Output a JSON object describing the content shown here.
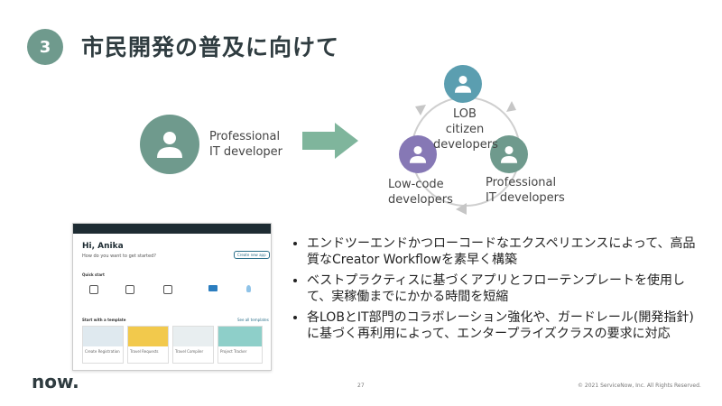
{
  "slide": {
    "number": "3",
    "title": "市民開発の普及に向けて"
  },
  "left_figure": {
    "label_line1": "Professional",
    "label_line2": "IT developer"
  },
  "cycle": {
    "top_label_line1": "LOB citizen",
    "top_label_line2": "developers",
    "left_label_line1": "Low-code",
    "left_label_line2": "developers",
    "right_label_line1": "Professional",
    "right_label_line2": "IT developers"
  },
  "bullets": [
    "エンドツーエンドかつローコードなエクスペリエンスによって、高品質なCreator Workflowを素早く構築",
    "ベストプラクティスに基づくアプリとフローテンプレートを使用して、実稼働までにかかる時間を短縮",
    "各LOBとIT部門のコラボレーション強化や、ガードレール(開発指針)に基づく再利用によって、エンタープライズクラスの要求に対応"
  ],
  "screenshot": {
    "greeting": "Hi, Anika",
    "subtitle": "How do you want to get started?",
    "quick_start": "Quick start",
    "start_template": "Start with a template",
    "see_all": "See all templates",
    "cta": "Create new app",
    "tiles": [
      "Create Registration",
      "Travel Requests",
      "Travel Compiler",
      "Project Tracker"
    ]
  },
  "footer": {
    "logo": "now.",
    "page_number": "27",
    "copyright": "© 2021 ServiceNow, Inc. All Rights Reserved."
  },
  "colors": {
    "green": "#6f9a8d",
    "teal": "#5b9eb0",
    "purple": "#8678b5",
    "arrow": "#7fb59c"
  }
}
